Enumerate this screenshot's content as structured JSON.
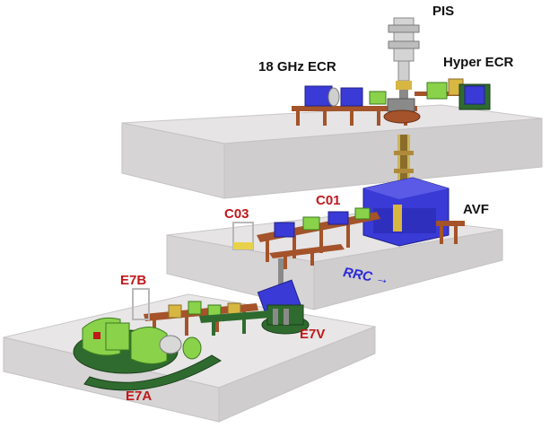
{
  "labels": {
    "pis": "PIS",
    "ecr18": "18 GHz ECR",
    "hyper_ecr": "Hyper ECR",
    "avf": "AVF",
    "c01": "C01",
    "c03": "C03",
    "rrc": "RRC →",
    "e7b": "E7B",
    "e7v": "E7V",
    "e7a": "E7A"
  },
  "colors": {
    "floor_top": "#e4e2e2",
    "floor_side": "#cfcdcd",
    "label_red": "#c0181c",
    "label_blue": "#2a2ad8",
    "magnet_blue": "#3a3ad6",
    "magnet_green": "#8ad24a",
    "support_brown": "#a4532a",
    "dark_green": "#2f6b2f"
  }
}
